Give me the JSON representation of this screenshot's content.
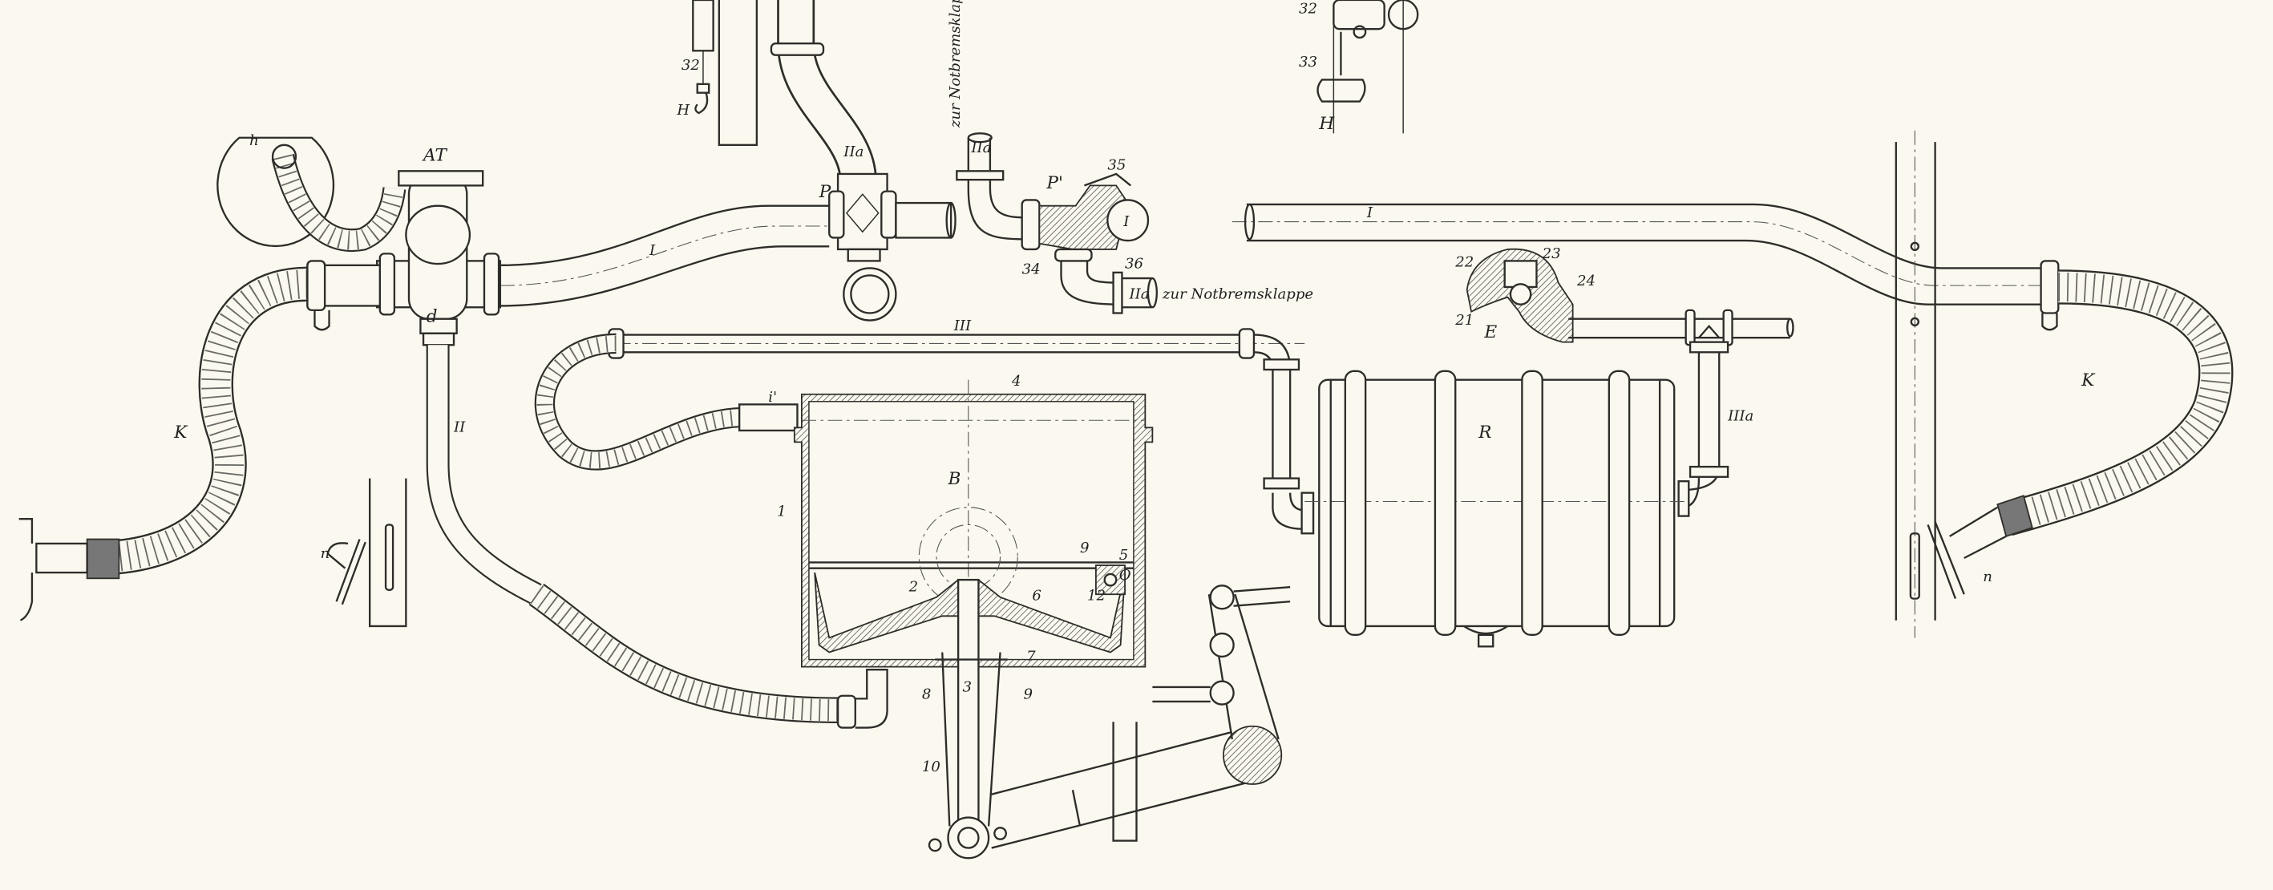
{
  "labels": {
    "top_left_32": "32",
    "top_left_H": "H",
    "pipe_IIa_1": "IIa",
    "valve_P": "P",
    "notbrems_vertical": "zur Notbremsklappe",
    "pipe_IIa_2": "IIa",
    "valve_P_prime": "P'",
    "part_35": "35",
    "pipe_I_ring": "I",
    "part_34": "34",
    "part_36": "36",
    "pipe_IIa_3": "IIa",
    "notbrems_horizontal": "zur Notbremsklappe",
    "top_right_32": "32",
    "top_right_33": "33",
    "top_right_H": "H",
    "hose_h": "h",
    "valve_AT": "AT",
    "fitting_d": "d",
    "pipe_I_left": "I",
    "hose_K_left": "K",
    "pipe_II": "II",
    "bracket_n_left": "n",
    "pipe_III": "III",
    "part_4": "4",
    "inlet_i": "i'",
    "tank_B": "B",
    "part_1": "1",
    "part_2": "2",
    "part_6": "6",
    "part_9_top": "9",
    "part_5": "5",
    "part_O": "O",
    "part_12": "12",
    "part_7": "7",
    "part_8": "8",
    "part_3": "3",
    "part_9_bottom": "9",
    "part_10": "10",
    "part_22": "22",
    "part_23": "23",
    "part_24": "24",
    "part_21": "21",
    "valve_E": "E",
    "pipe_I_right": "I",
    "reservoir_R": "R",
    "pipe_IIIa": "IIIa",
    "hose_K_right": "K",
    "bracket_n_right": "n"
  }
}
